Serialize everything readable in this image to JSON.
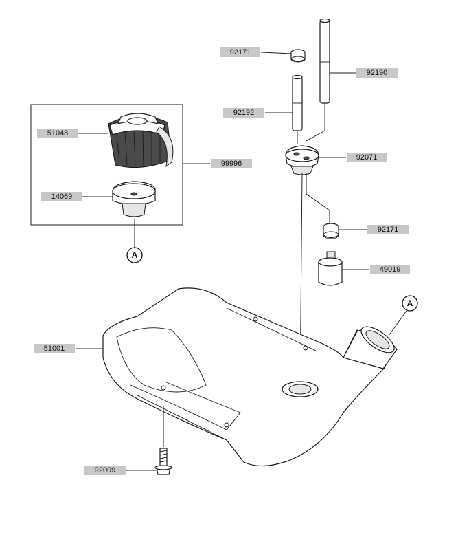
{
  "diagram": {
    "part_numbers": {
      "p92171_top": "92171",
      "p92190": "92190",
      "p92192": "92192",
      "p51048": "51048",
      "p99996": "99996",
      "p92071": "92071",
      "p14069": "14069",
      "p92171_mid": "92171",
      "p49019": "49019",
      "p51001": "51001",
      "p92009": "92009"
    },
    "reference_markers": {
      "ref_a_left": "A",
      "ref_a_right": "A"
    }
  }
}
